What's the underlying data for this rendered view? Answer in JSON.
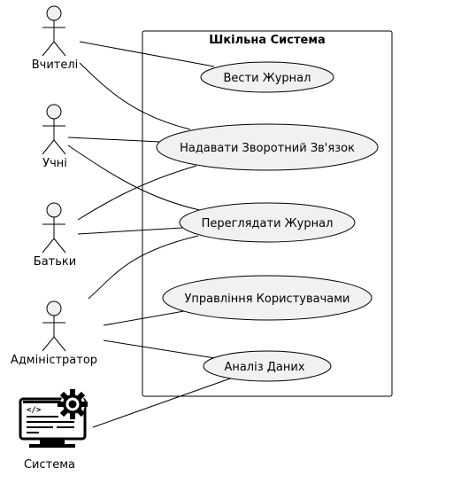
{
  "system_boundary": {
    "title": "Шкільна Система"
  },
  "actors": [
    {
      "id": "teachers",
      "label": "Вчителі"
    },
    {
      "id": "students",
      "label": "Учні"
    },
    {
      "id": "parents",
      "label": "Батьки"
    },
    {
      "id": "admin",
      "label": "Адміністратор"
    },
    {
      "id": "system",
      "label": "Система",
      "icon": "computer-gear-icon"
    }
  ],
  "use_cases": [
    {
      "id": "keep-journal",
      "label": "Вести Журнал"
    },
    {
      "id": "feedback",
      "label": "Надавати Зворотний Зв'язок"
    },
    {
      "id": "view-journal",
      "label": "Переглядати Журнал"
    },
    {
      "id": "manage-users",
      "label": "Управління Користувачами"
    },
    {
      "id": "data-analysis",
      "label": "Аналіз Даних"
    }
  ],
  "associations": [
    {
      "actor": "teachers",
      "use_case": "keep-journal"
    },
    {
      "actor": "teachers",
      "use_case": "feedback"
    },
    {
      "actor": "students",
      "use_case": "feedback"
    },
    {
      "actor": "students",
      "use_case": "view-journal"
    },
    {
      "actor": "parents",
      "use_case": "feedback"
    },
    {
      "actor": "parents",
      "use_case": "view-journal"
    },
    {
      "actor": "admin",
      "use_case": "view-journal"
    },
    {
      "actor": "admin",
      "use_case": "manage-users"
    },
    {
      "actor": "admin",
      "use_case": "data-analysis"
    },
    {
      "actor": "system",
      "use_case": "data-analysis"
    }
  ],
  "colors": {
    "line": "#000000",
    "use_case_fill": "#f1f1f1",
    "actor_fill": "#f1f1f1",
    "background": "#ffffff"
  }
}
